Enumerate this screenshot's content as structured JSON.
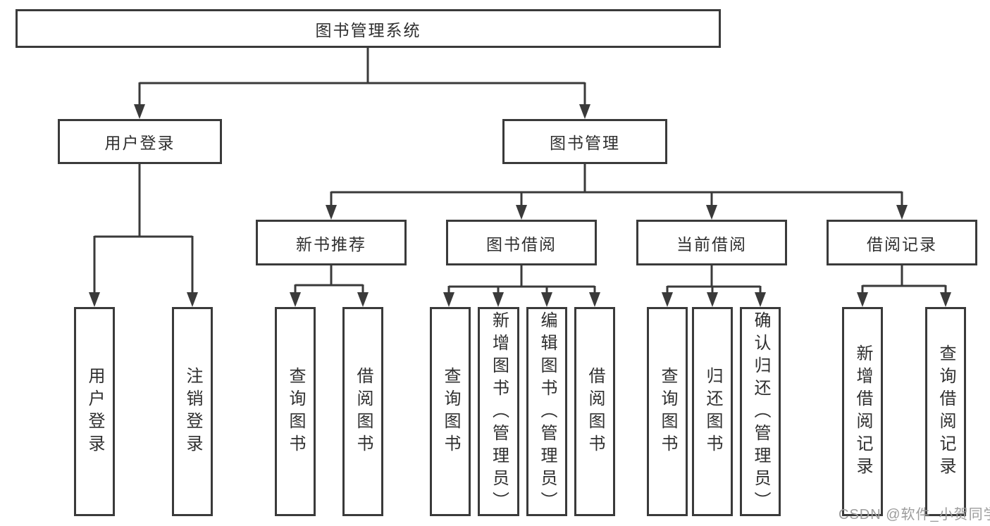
{
  "diagram": {
    "title": "图书管理系统",
    "watermark": "CSDN @软件_小贺同学",
    "colors": {
      "line": "#3a3a3a",
      "text": "#2f2f2f",
      "background": "#ffffff",
      "watermark": "#9c9c9c"
    },
    "nodes": {
      "root": {
        "label": "图书管理系统"
      },
      "user_login": {
        "label": "用户登录"
      },
      "book_management": {
        "label": "图书管理"
      },
      "new_book_recommend": {
        "label": "新书推荐"
      },
      "book_borrowing": {
        "label": "图书借阅"
      },
      "current_borrowing": {
        "label": "当前借阅"
      },
      "borrowing_records": {
        "label": "借阅记录"
      },
      "user_login_leaf": {
        "label": "用户登录"
      },
      "logout_leaf": {
        "label": "注销登录"
      },
      "nbr_query_books": {
        "label": "查询图书"
      },
      "nbr_borrow_books": {
        "label": "借阅图书"
      },
      "bb_query_books": {
        "label": "查询图书"
      },
      "bb_add_books": {
        "label": "新增图书（管理员）"
      },
      "bb_edit_books": {
        "label": "编辑图书（管理员）"
      },
      "bb_borrow_books": {
        "label": "借阅图书"
      },
      "cb_query_books": {
        "label": "查询图书"
      },
      "cb_return_books": {
        "label": "归还图书"
      },
      "cb_confirm_return": {
        "label": "确认归还（管理员）"
      },
      "br_add_record": {
        "label": "新增借阅记录"
      },
      "br_query_record": {
        "label": "查询借阅记录"
      }
    }
  }
}
